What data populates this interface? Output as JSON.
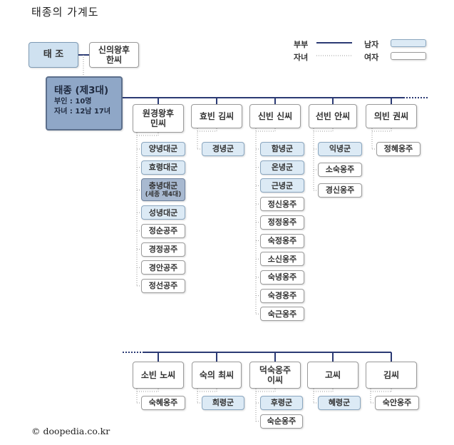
{
  "title": "태종의 가계도",
  "credit": "© doopedia.co.kr",
  "legend": {
    "spouse_label": "부부",
    "children_label": "자녀",
    "male_label": "남자",
    "female_label": "여자"
  },
  "colors": {
    "spouse_line": "#2b3a74",
    "ruler_bg": "#8fa7c7",
    "male_bg": "#dceaf5",
    "female_bg": "#ffffff"
  },
  "parents": {
    "taejo": "태 조",
    "taejo_wife_line1": "신의왕후",
    "taejo_wife_line2": "한씨"
  },
  "ruler": {
    "title": "태종 (제3대)",
    "wives": "부인 : 10명",
    "children": "자녀 : 12남 17녀"
  },
  "families": [
    {
      "mother": [
        "원경왕후",
        "민씨"
      ],
      "children": [
        {
          "name": "양녕대군",
          "sex": "m"
        },
        {
          "name": "효령대군",
          "sex": "m"
        },
        {
          "name": "충녕대군",
          "note": "(세종 제4대)",
          "sex": "m"
        },
        {
          "name": "성녕대군",
          "sex": "m"
        },
        {
          "name": "정순공주",
          "sex": "f"
        },
        {
          "name": "경정공주",
          "sex": "f"
        },
        {
          "name": "경안공주",
          "sex": "f"
        },
        {
          "name": "정선공주",
          "sex": "f"
        }
      ]
    },
    {
      "mother": [
        "효빈 김씨"
      ],
      "children": [
        {
          "name": "경녕군",
          "sex": "m"
        }
      ]
    },
    {
      "mother": [
        "신빈 신씨"
      ],
      "children": [
        {
          "name": "함녕군",
          "sex": "m"
        },
        {
          "name": "온녕군",
          "sex": "m"
        },
        {
          "name": "근녕군",
          "sex": "m"
        },
        {
          "name": "정신옹주",
          "sex": "f"
        },
        {
          "name": "정정옹주",
          "sex": "f"
        },
        {
          "name": "숙정옹주",
          "sex": "f"
        },
        {
          "name": "소신옹주",
          "sex": "f"
        },
        {
          "name": "숙녕옹주",
          "sex": "f"
        },
        {
          "name": "숙경옹주",
          "sex": "f"
        },
        {
          "name": "숙근옹주",
          "sex": "f"
        }
      ]
    },
    {
      "mother": [
        "선빈 안씨"
      ],
      "children": [
        {
          "name": "익녕군",
          "sex": "m"
        },
        {
          "name": "소숙옹주",
          "sex": "f"
        },
        {
          "name": "경신옹주",
          "sex": "f"
        }
      ]
    },
    {
      "mother": [
        "의빈 권씨"
      ],
      "children": [
        {
          "name": "정혜옹주",
          "sex": "f"
        }
      ]
    },
    {
      "mother": [
        "소빈 노씨"
      ],
      "children": [
        {
          "name": "숙혜옹주",
          "sex": "f"
        }
      ]
    },
    {
      "mother": [
        "숙의 최씨"
      ],
      "children": [
        {
          "name": "희령군",
          "sex": "m"
        }
      ]
    },
    {
      "mother": [
        "덕숙옹주",
        "이씨"
      ],
      "children": [
        {
          "name": "후령군",
          "sex": "m"
        },
        {
          "name": "숙순옹주",
          "sex": "f"
        }
      ]
    },
    {
      "mother": [
        "고씨"
      ],
      "children": [
        {
          "name": "혜령군",
          "sex": "m"
        }
      ]
    },
    {
      "mother": [
        "김씨"
      ],
      "children": [
        {
          "name": "숙안옹주",
          "sex": "f"
        }
      ]
    }
  ]
}
